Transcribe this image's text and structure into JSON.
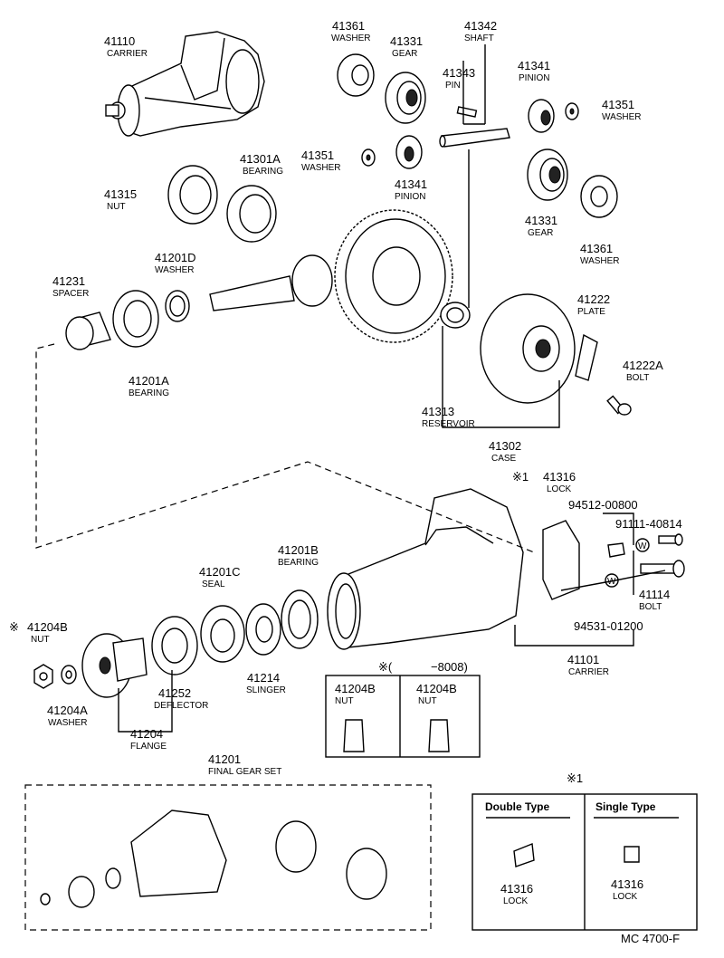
{
  "parts": {
    "p41110": {
      "number": "41110",
      "name": "CARRIER"
    },
    "p41361a": {
      "number": "41361",
      "name": "WASHER"
    },
    "p41331a": {
      "number": "41331",
      "name": "GEAR"
    },
    "p41342": {
      "number": "41342",
      "name": "SHAFT"
    },
    "p41343": {
      "number": "41343",
      "name": "PIN"
    },
    "p41341a": {
      "number": "41341",
      "name": "PINION"
    },
    "p41351a": {
      "number": "41351",
      "name": "WASHER"
    },
    "p41301a": {
      "number": "41301A",
      "name": "BEARING"
    },
    "p41351b": {
      "number": "41351",
      "name": "WASHER"
    },
    "p41315": {
      "number": "41315",
      "name": "NUT"
    },
    "p41341b": {
      "number": "41341",
      "name": "PINION"
    },
    "p41331b": {
      "number": "41331",
      "name": "GEAR"
    },
    "p41361b": {
      "number": "41361",
      "name": "WASHER"
    },
    "p41201d": {
      "number": "41201D",
      "name": "WASHER"
    },
    "p41231": {
      "number": "41231",
      "name": "SPACER"
    },
    "p41222": {
      "number": "41222",
      "name": "PLATE"
    },
    "p41222a": {
      "number": "41222A",
      "name": "BOLT"
    },
    "p41201a": {
      "number": "41201A",
      "name": "BEARING"
    },
    "p41313": {
      "number": "41313",
      "name": "RESERVOIR"
    },
    "p41302": {
      "number": "41302",
      "name": "CASE"
    },
    "p41316": {
      "number": "41316",
      "name": "LOCK",
      "mark": "※1"
    },
    "p94512": {
      "number": "94512-00800"
    },
    "p91111": {
      "number": "91111-40814"
    },
    "p41201b": {
      "number": "41201B",
      "name": "BEARING"
    },
    "p41201c": {
      "number": "41201C",
      "name": "SEAL"
    },
    "p41114": {
      "number": "41114",
      "name": "BOLT"
    },
    "p41204b": {
      "number": "41204B",
      "name": "NUT",
      "mark": "※"
    },
    "p41252": {
      "number": "41252",
      "name": "DEFLECTOR"
    },
    "p41214": {
      "number": "41214",
      "name": "SLINGER"
    },
    "p94531": {
      "number": "94531-01200"
    },
    "p41101": {
      "number": "41101",
      "name": "CARRIER"
    },
    "p41204a": {
      "number": "41204A",
      "name": "WASHER"
    },
    "p41204": {
      "number": "41204",
      "name": "FLANGE"
    },
    "p41201": {
      "number": "41201",
      "name": "FINAL GEAR SET"
    }
  },
  "nut_variants": {
    "mark": "※(",
    "date": "−8008)",
    "left": {
      "number": "41204B",
      "name": "NUT"
    },
    "right": {
      "number": "41204B",
      "name": "NUT"
    }
  },
  "lock_types": {
    "mark": "※1",
    "double": {
      "title": "Double Type",
      "number": "41316",
      "name": "LOCK"
    },
    "single": {
      "title": "Single Type",
      "number": "41316",
      "name": "LOCK"
    }
  },
  "footer_code": "MC  4700-F"
}
